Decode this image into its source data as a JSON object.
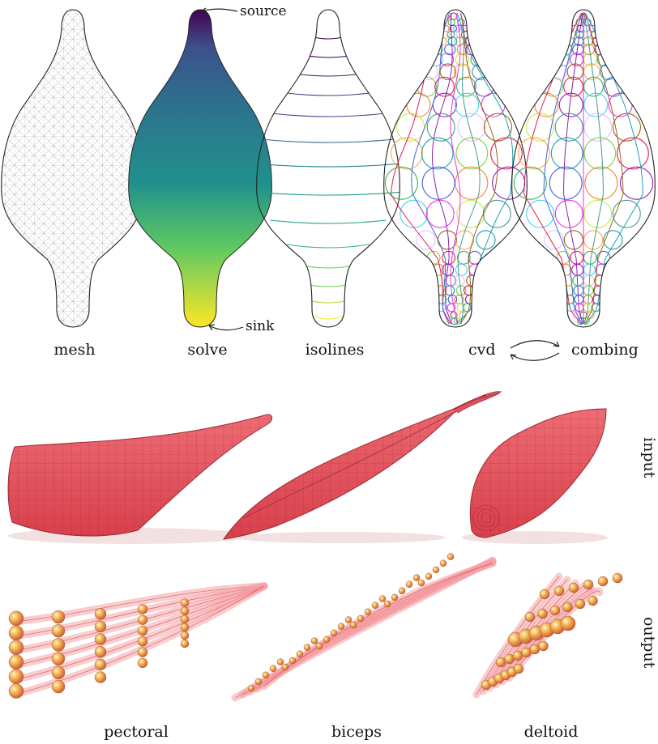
{
  "top_row": {
    "labels": [
      "mesh",
      "solve",
      "isolines",
      "cvd",
      "combing"
    ],
    "annotations": {
      "source": "source",
      "sink": "sink"
    }
  },
  "side_labels": {
    "input": "input",
    "output": "output"
  },
  "bottom_labels": [
    "pectoral",
    "biceps",
    "deltoid"
  ],
  "colors": {
    "viridis_top": "#440154",
    "viridis_mid": "#21918c",
    "viridis_bottom": "#fde725",
    "muscle_fill": "#e8505b",
    "muscle_line": "#9c2a33",
    "fiber_fill": "#f4a3a6",
    "node_fill": "#e8a24a"
  }
}
